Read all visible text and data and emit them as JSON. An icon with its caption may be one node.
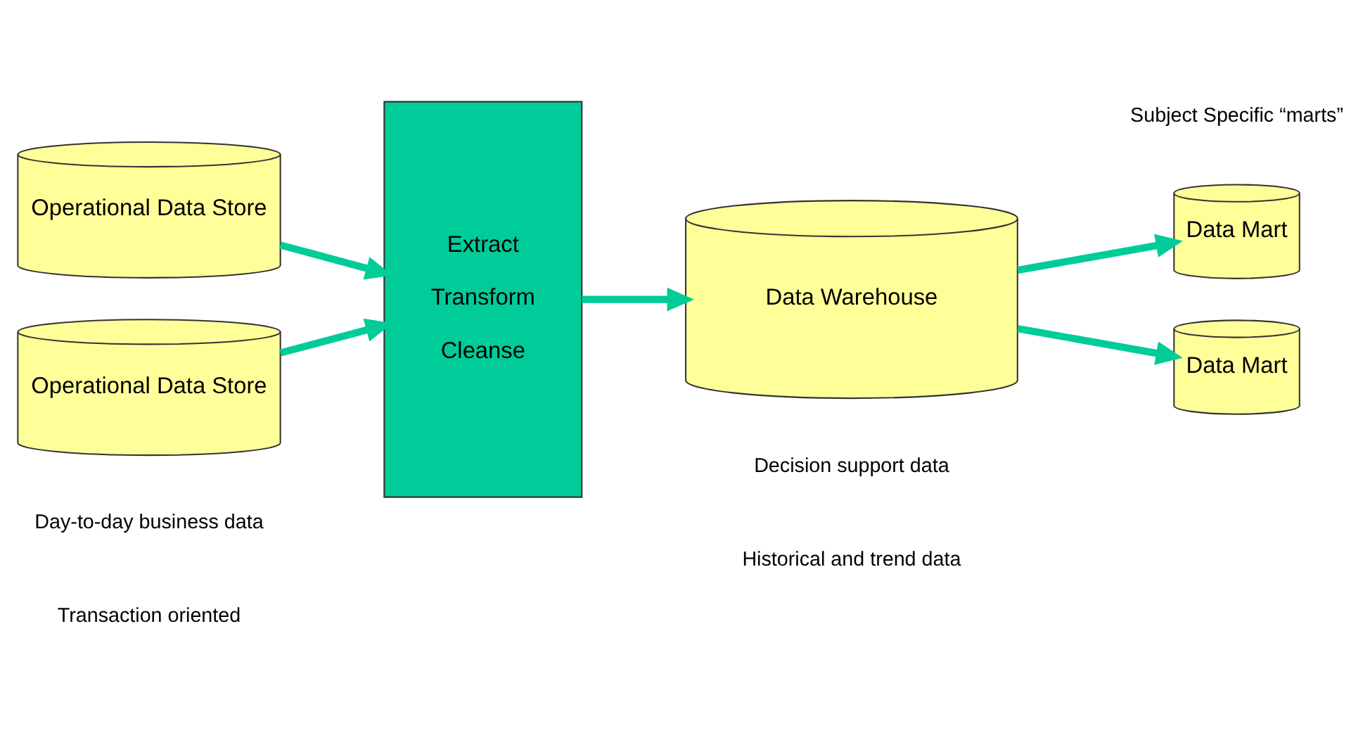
{
  "diagram": {
    "nodes": [
      {
        "text": [
          "Operational Data Store"
        ]
      },
      {
        "text": [
          "Operational Data Store"
        ]
      },
      {
        "text": [
          "Extract",
          "Transform",
          "Cleanse"
        ]
      },
      {
        "text": [
          "Data Warehouse"
        ]
      },
      {
        "text": [
          "Data Mart"
        ]
      },
      {
        "text": [
          "Data Mart"
        ]
      }
    ],
    "edges": [
      {
        "from": 0,
        "to": 2,
        "arrow": "to"
      },
      {
        "from": 1,
        "to": 2,
        "arrow": "to"
      },
      {
        "from": 2,
        "to": 3,
        "arrow": "to"
      },
      {
        "from": 3,
        "to": 4,
        "arrow": "to"
      },
      {
        "from": 3,
        "to": 5,
        "arrow": "to"
      }
    ],
    "labels": [
      "Subject Specific “marts”",
      "Day-to-day business data",
      "Transaction oriented",
      "Decision support data",
      "Historical and trend data"
    ]
  }
}
